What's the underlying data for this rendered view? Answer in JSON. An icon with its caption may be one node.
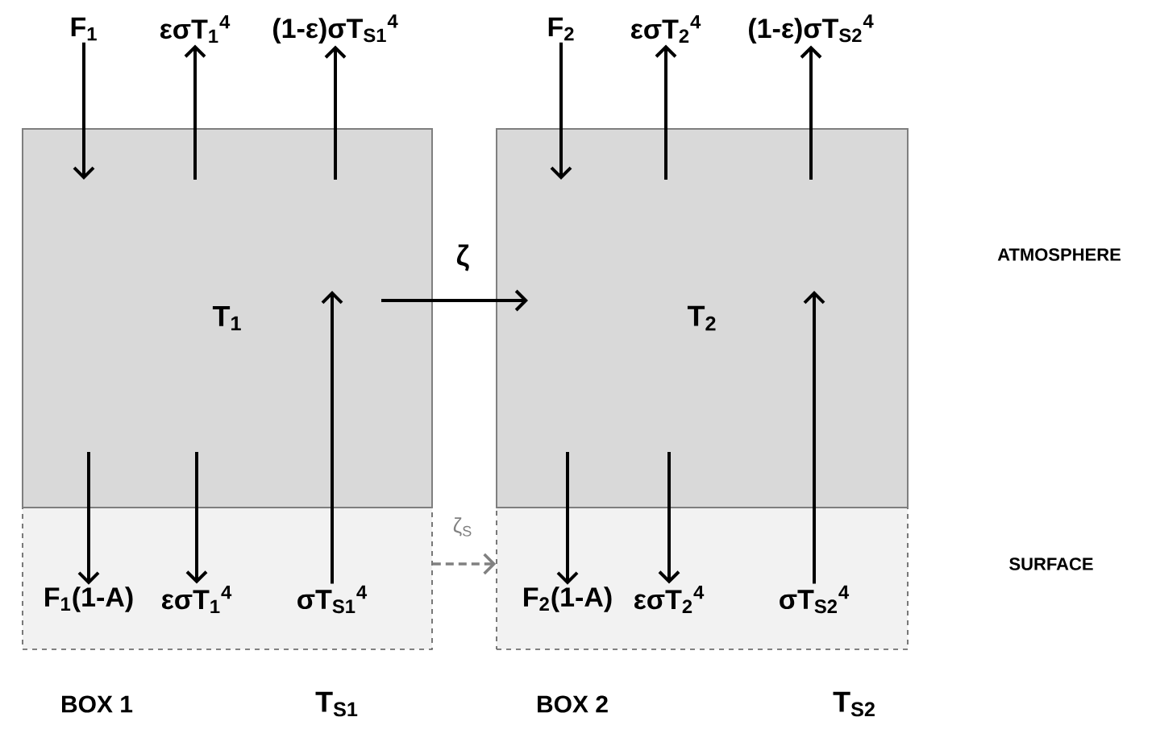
{
  "diagram": {
    "nodes": [
      {
        "text": [
          "T$_{1}$"
        ]
      },
      {
        "text": [],
        "shape": "box"
      },
      {
        "text": [
          "T$_{2}$"
        ]
      },
      {
        "text": [],
        "shape": "box"
      },
      {
        "text": [
          "F$_{1}$"
        ]
      },
      {
        "text": [
          "εσT$_{1}$$^{4}$"
        ]
      },
      {
        "text": [
          "(1-ε)σT$_{S1}$$^{4}$"
        ]
      },
      {
        "text": [
          "F$_{2}$"
        ]
      },
      {
        "text": [
          "εσT$_{2}$$^{4}$"
        ]
      },
      {
        "text": [
          "(1-ε)σT$_{S2}$$^{4}$"
        ]
      },
      {
        "text": [
          "F$_{1}$(1-A)"
        ],
        "in": 1
      },
      {
        "text": [
          "εσT$_{1}$$^{4}$"
        ],
        "in": 1
      },
      {
        "text": [
          "σT$_{S1}$$^{4}$"
        ],
        "in": 1
      },
      {
        "text": [
          "F$_{2}$(1-A)"
        ],
        "in": 3
      },
      {
        "text": [
          "εσT$_{2}$$^{4}$"
        ],
        "in": 3
      },
      {
        "text": [
          "σT$_{S2}$$^{4}$"
        ],
        "in": 3
      }
    ],
    "edges": [
      {
        "from": 4,
        "to": 0,
        "arrow": "to"
      },
      {
        "from": 0,
        "to": 5,
        "arrow": "to"
      },
      {
        "from": 0,
        "to": 6,
        "arrow": "to"
      },
      {
        "from": 7,
        "to": 2,
        "arrow": "to"
      },
      {
        "from": 2,
        "to": 8,
        "arrow": "to"
      },
      {
        "from": 2,
        "to": 9,
        "arrow": "to"
      },
      {
        "from": 0,
        "to": 10,
        "arrow": "to"
      },
      {
        "from": 0,
        "to": 11,
        "arrow": "to"
      },
      {
        "from": 12,
        "to": 0,
        "arrow": "to"
      },
      {
        "from": 2,
        "to": 13,
        "arrow": "to"
      },
      {
        "from": 2,
        "to": 14,
        "arrow": "to"
      },
      {
        "from": 15,
        "to": 2,
        "arrow": "to"
      },
      {
        "from": 0,
        "to": 2,
        "arrow": "to",
        "label": "ζ"
      },
      {
        "from": 1,
        "to": 3,
        "arrow": "to",
        "label": "ζ$_{S}$",
        "style": "dashed",
        "color": "#808080"
      }
    ],
    "labels": [
      "ATMOSPHERE",
      "SURFACE",
      "BOX 1",
      "T$_{S1}$",
      "BOX 2",
      "T$_{S2}$"
    ]
  }
}
